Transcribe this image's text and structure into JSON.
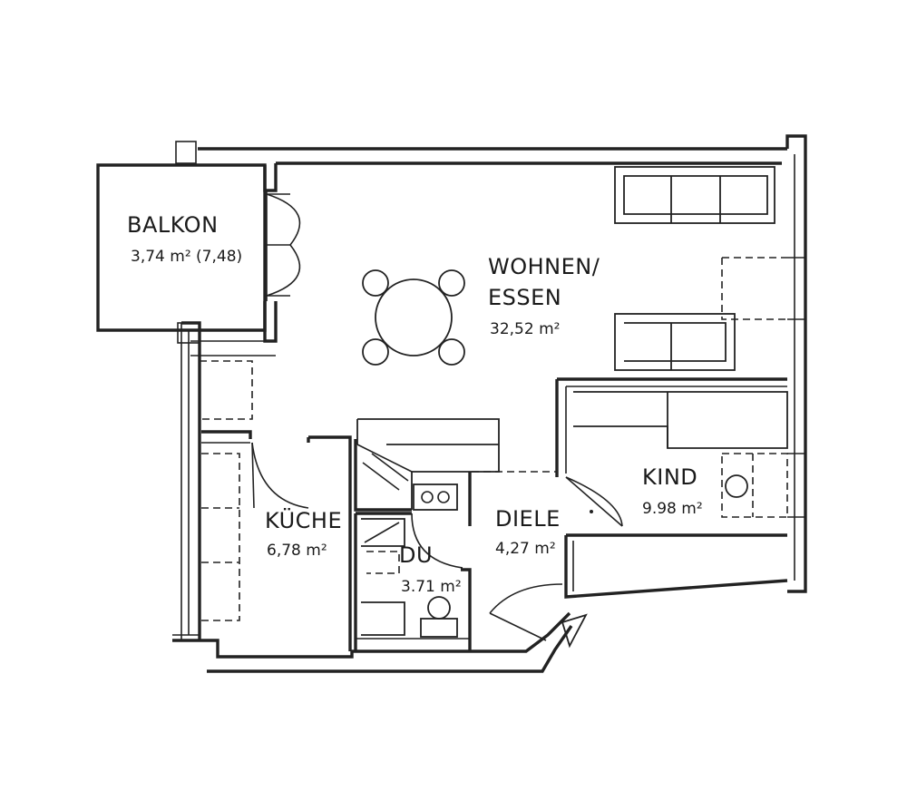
{
  "rooms": {
    "balkon": {
      "name": "BALKON",
      "area": "3,74 m² (7,48)"
    },
    "wohnen": {
      "name_line1": "WOHNEN/",
      "name_line2": "ESSEN",
      "area": "32,52 m²"
    },
    "kind": {
      "name": "KIND",
      "area": "9.98 m²"
    },
    "kueche": {
      "name": "KÜCHE",
      "area": "6,78 m²"
    },
    "diele": {
      "name": "DIELE",
      "area": "4,27 m²"
    },
    "du": {
      "name": "DU",
      "area": "3.71 m²"
    }
  },
  "icons": {
    "entrance": "entrance-triangle-icon",
    "table": "dining-table-icon",
    "stove": "stove-icon",
    "toilet": "toilet-icon"
  },
  "colors": {
    "ink": "#222222",
    "paper": "#ffffff"
  }
}
